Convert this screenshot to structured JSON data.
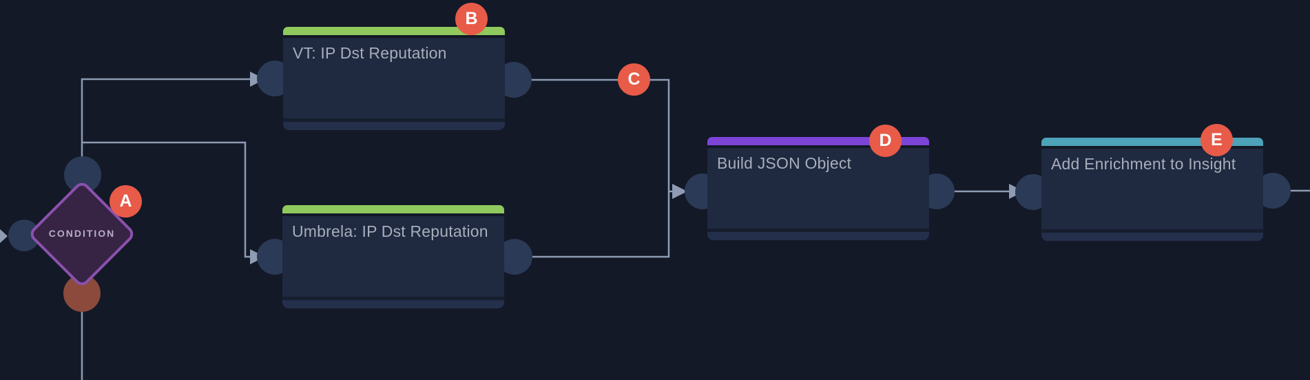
{
  "canvas": {
    "background_color": "#131927",
    "connector_color": "#8e9bb3",
    "badge_color": "#e85b48"
  },
  "condition": {
    "label": "CONDITION",
    "badge": "A",
    "border_color": "#8b51ad",
    "fill_color": "#372344"
  },
  "nodes": [
    {
      "title": "VT: IP Dst Reputation",
      "badge": "B",
      "accent": "#90c95e"
    },
    {
      "title": "Umbrela: IP Dst Reputation",
      "accent": "#90c95e"
    },
    {
      "title": "Build JSON Object",
      "badge": "D",
      "accent": "#7d44d8"
    },
    {
      "title": "Add Enrichment to Insight",
      "badge": "E",
      "accent": "#4da3b8"
    }
  ],
  "connector_badge": {
    "label": "C"
  }
}
